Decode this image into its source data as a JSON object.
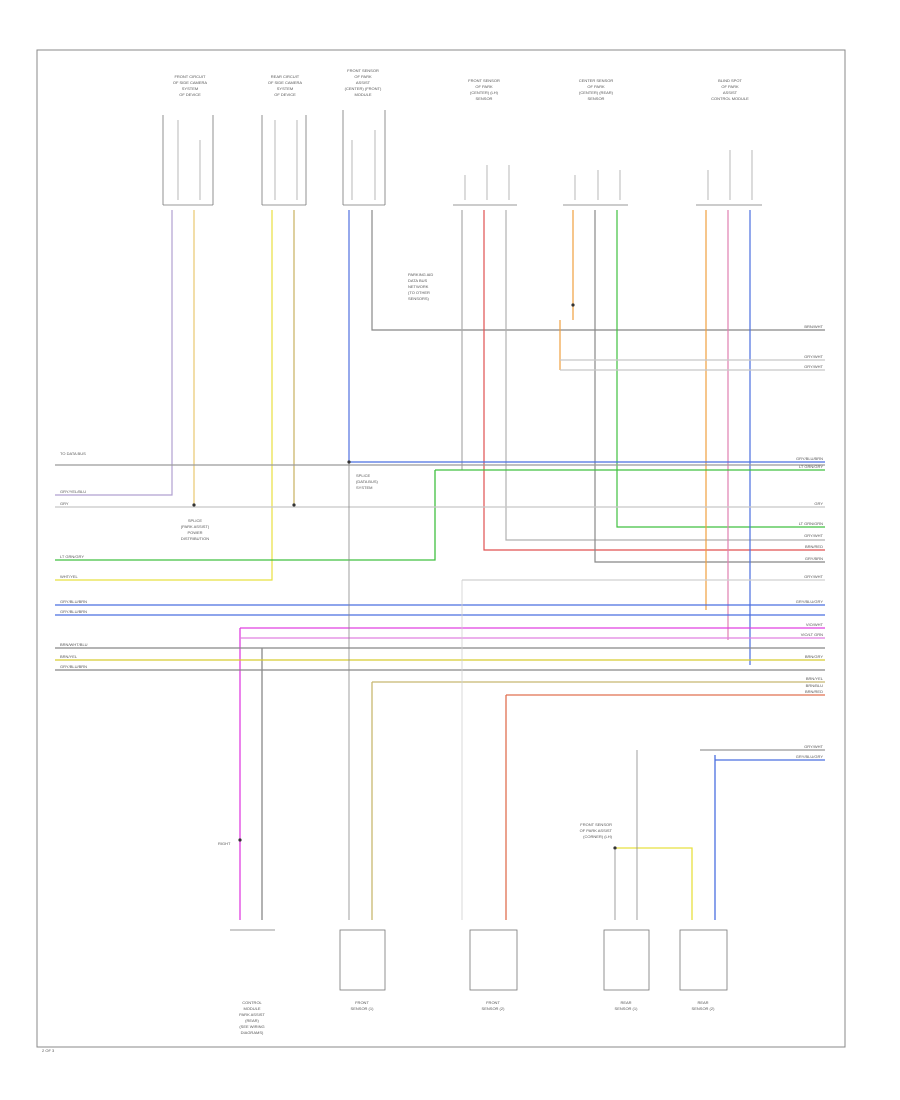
{
  "diagram": {
    "footer_code": "2 OF 3",
    "top_modules": [
      {
        "id": "m1",
        "lines": [
          "FRONT CIRCUIT",
          "OF SIDE CAMERA",
          "SYSTEM",
          "OF DEVICE"
        ]
      },
      {
        "id": "m2",
        "lines": [
          "REAR CIRCUIT",
          "OF SIDE CAMERA",
          "SYSTEM",
          "OF DEVICE"
        ]
      },
      {
        "id": "m3",
        "lines": [
          "FRONT SENSOR",
          "OF PARK",
          "ASSIST",
          "(CENTER) (FRONT)",
          "MODULE"
        ]
      },
      {
        "id": "m4",
        "lines": [
          "FRONT SENSOR",
          "OF PARK",
          "(CENTER) (LH)",
          "SENSOR"
        ]
      },
      {
        "id": "m5",
        "lines": [
          "CENTER SENSOR",
          "OF PARK",
          "(CENTER) (REAR)",
          "SENSOR"
        ]
      },
      {
        "id": "m6",
        "lines": [
          "BLIND SPOT",
          "OF PARK",
          "ASSIST",
          "CONTROL MODULE"
        ]
      }
    ],
    "notes": [
      {
        "id": "n1",
        "lines": [
          "PARKING AID",
          "DATA BUS",
          "NETWORK",
          "(TO OTHER",
          "SENSORS)"
        ]
      },
      {
        "id": "n2",
        "lines": [
          "SPLICE",
          "(DATA BUS)",
          "SYSTEM"
        ]
      },
      {
        "id": "n3",
        "lines": [
          "SPLICE",
          "(PARK ASSIST)",
          "POWER",
          "DISTRIBUTION"
        ]
      },
      {
        "id": "n4",
        "lines": [
          "FRONT SENSOR",
          "OF PARK ASSIST",
          "(CORNER) (LH)"
        ]
      },
      {
        "id": "n5",
        "lines": [
          "RIGHT"
        ]
      }
    ],
    "bottom_modules": [
      {
        "id": "b1",
        "lines": [
          "CONTROL",
          "MODULE",
          "PARK ASSIST",
          "(REAR)",
          "(SEE WIRING",
          "DIAGRAMS)"
        ]
      },
      {
        "id": "b2",
        "lines": [
          "FRONT",
          "SENSOR (1)"
        ]
      },
      {
        "id": "b3",
        "lines": [
          "FRONT",
          "SENSOR (2)"
        ]
      },
      {
        "id": "b4",
        "lines": [
          "REAR",
          "SENSOR (1)"
        ]
      },
      {
        "id": "b5",
        "lines": [
          "REAR",
          "SENSOR (2)"
        ]
      }
    ],
    "left_labels": [
      {
        "id": "l0",
        "text": "TO DATA BUS"
      },
      {
        "id": "l1",
        "text": "GRY/YEL/BLU"
      },
      {
        "id": "l2",
        "text": "GRY"
      },
      {
        "id": "l3",
        "text": "LT GRN/GRY"
      },
      {
        "id": "l4",
        "text": "WHT/YEL"
      },
      {
        "id": "l5",
        "text": "GRY/BLU/BRN"
      },
      {
        "id": "l6",
        "text": "GRY/BLU/BRN"
      },
      {
        "id": "l7",
        "text": "BRN/WHT/BLU"
      },
      {
        "id": "l8",
        "text": "BRN/YEL"
      },
      {
        "id": "l9",
        "text": "GRY/BLU/BRN"
      }
    ],
    "right_labels": [
      {
        "id": "r0",
        "text": "BRN/WHT"
      },
      {
        "id": "r1",
        "text": "GRY/WHT"
      },
      {
        "id": "r2",
        "text": "GRY/WHT"
      },
      {
        "id": "r3",
        "text": "GRY/BLU/BRN"
      },
      {
        "id": "r4",
        "text": "LT GRN/GRY"
      },
      {
        "id": "r5",
        "text": "GRY"
      },
      {
        "id": "r6",
        "text": "LT GRN/GRN"
      },
      {
        "id": "r7",
        "text": "GRY/WHT"
      },
      {
        "id": "r8",
        "text": "BRN/RED"
      },
      {
        "id": "r9",
        "text": "GRY/BRN"
      },
      {
        "id": "r10",
        "text": "GRY/WHT"
      },
      {
        "id": "r11",
        "text": "GRY/BLU/GRY"
      },
      {
        "id": "r12",
        "text": "VIO/WHT"
      },
      {
        "id": "r13",
        "text": "VIO/LT GRN"
      },
      {
        "id": "r14",
        "text": "BRN/GRY"
      },
      {
        "id": "r15",
        "text": "BRN/YEL"
      },
      {
        "id": "r16",
        "text": "BRN/BLU"
      },
      {
        "id": "r17",
        "text": "BRN/RED"
      },
      {
        "id": "r18",
        "text": "GRY/WHT"
      },
      {
        "id": "r19",
        "text": "GRY/BLU/GRY"
      }
    ],
    "wire_colors": {
      "gray": "#9a9a9a",
      "blue": "#4a6fe0",
      "pink": "#e080b0",
      "yellow": "#d8cc30",
      "green": "#40c040",
      "orange": "#f0a040",
      "red": "#e05050",
      "magenta": "#e040e0",
      "olive": "#a8a040",
      "dark": "#555555",
      "lightgray": "#c8c8c8"
    }
  }
}
